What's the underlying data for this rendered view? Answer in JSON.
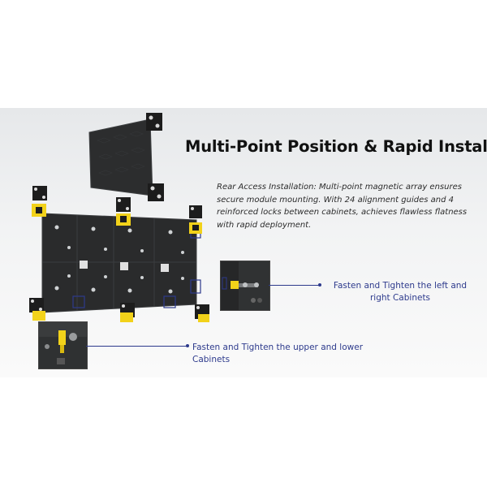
{
  "title": "Multi-Point Position & Rapid Install",
  "description": "Rear Access Installation: Multi-point magnetic array ensures secure module mounting. With 24 alignment guides and 4 reinforced locks between cabinets, achieves flawless flatness with rapid deployment.",
  "callouts": {
    "left_right": "Fasten and Tighten the left and right Cabinets",
    "upper_lower": "Fasten and Tighten the upper and lower Cabinets"
  },
  "colors": {
    "accent_text": "#2d3a8c",
    "lock_yellow": "#f2d21a",
    "cabinet_dark": "#2b2c2d"
  }
}
